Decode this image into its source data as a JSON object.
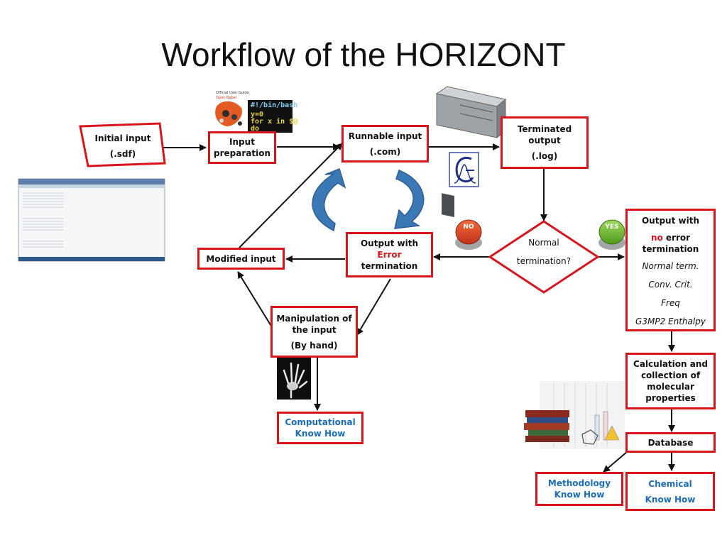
{
  "title": "Workflow of the HORIZONT",
  "boxes": {
    "initial_input": {
      "line1": "Initial input",
      "line2": "(.sdf)"
    },
    "input_preparation": {
      "line1": "Input",
      "line2": "preparation"
    },
    "runnable_input": {
      "line1": "Runnable input",
      "line2": "(.com)"
    },
    "terminated_output": {
      "line1": "Terminated",
      "line2": "output",
      "line3": "(.log)"
    },
    "output_error": {
      "line1": "Output with",
      "line2": "Error",
      "line3": "termination"
    },
    "modified_input": {
      "line1": "Modified input"
    },
    "manipulation": {
      "line1": "Manipulation of",
      "line2": "the input",
      "line3": "(By hand)"
    },
    "computational": {
      "line1": "Computational",
      "line2": "Know How"
    },
    "output_no_error": {
      "line1": "Output with",
      "line2_red": "no",
      "line2_rest": "error",
      "line3": "termination",
      "item1": "Normal term.",
      "item2": "Conv. Crit.",
      "item3": "Freq",
      "item4": "G3MP2 Enthalpy"
    },
    "calculation": {
      "line1": "Calculation and",
      "line2": "collection of",
      "line3": "molecular",
      "line4": "properties"
    },
    "database": {
      "line1": "Database"
    },
    "methodology": {
      "line1": "Methodology",
      "line2": "Know How"
    },
    "chemical": {
      "line1": "Chemical",
      "line2": "Know How"
    }
  },
  "decision": {
    "line1": "Normal",
    "line2": "termination?"
  },
  "icons": {
    "terminal": {
      "line1": "#!/bin/bash",
      "line2": "y=0",
      "line3": "for x in $@",
      "line4": "do"
    },
    "open_babel": {
      "line1": "Official User Guide",
      "line2": "Open Babel"
    },
    "no_button": "NO",
    "yes_button": "YES"
  },
  "colors": {
    "border": "#d7151b",
    "arrow": "#111111",
    "accent_blue": "#1a6ebc",
    "cycle_blue": "#3b78b6"
  }
}
